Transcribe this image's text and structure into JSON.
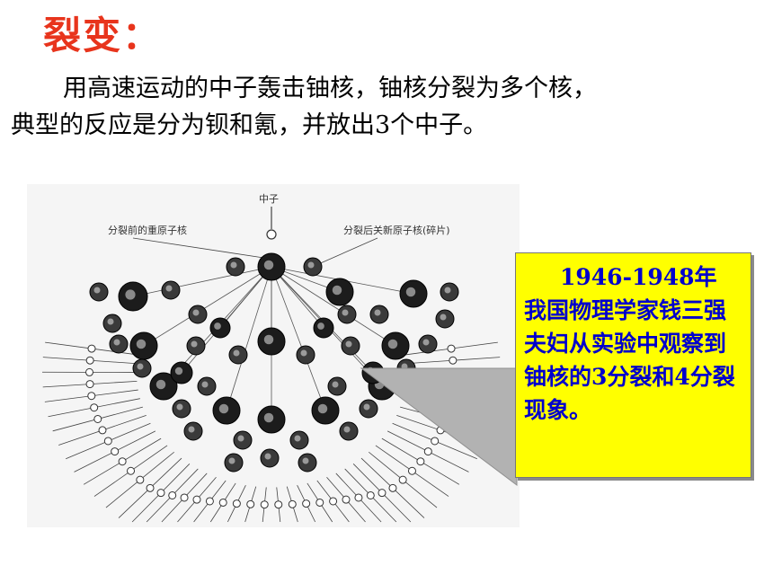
{
  "slide": {
    "title": "裂变：",
    "paragraph_line1": "用高速运动的中子轰击铀核，铀核分裂为多个核，",
    "paragraph_line2": "典型的反应是分为钡和氪，并放出3个中子。"
  },
  "figure": {
    "label_top": "中子",
    "label_left": "分裂前的重原子核",
    "label_right": "分裂后关新原子核(碎片)"
  },
  "note": {
    "line1": "1946-1948年",
    "body": "我国物理学家钱三强夫妇从实验中观察到铀核的3分裂和4分裂现象。"
  },
  "colors": {
    "title": "#e8341c",
    "note_bg": "#ffff00",
    "note_text": "#0000cc"
  }
}
